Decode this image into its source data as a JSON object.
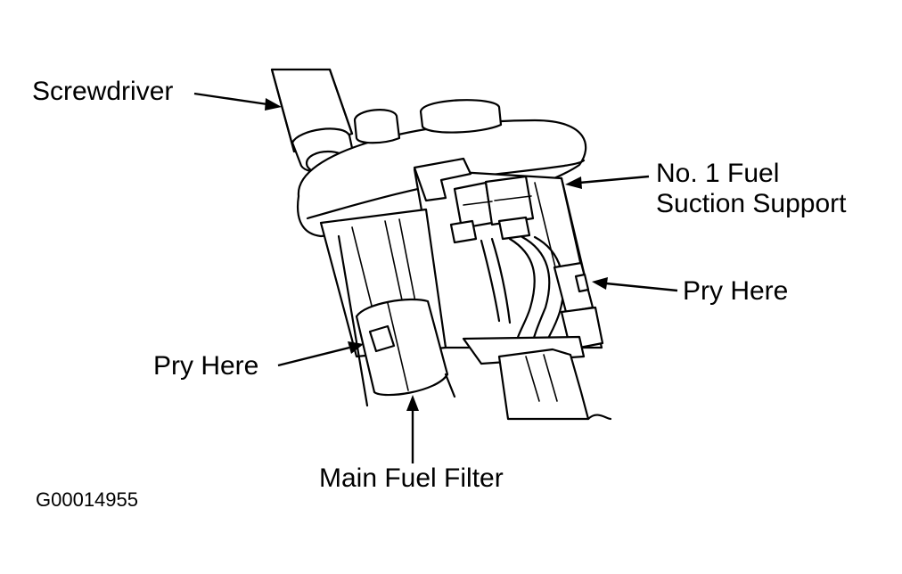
{
  "labels": {
    "screwdriver": "Screwdriver",
    "suction_support_line1": "No. 1 Fuel",
    "suction_support_line2": "Suction Support",
    "pry_here_right": "Pry Here",
    "pry_here_left": "Pry Here",
    "main_fuel_filter": "Main Fuel Filter"
  },
  "figure_id": "G00014955",
  "colors": {
    "ink": "#000000",
    "background": "#ffffff"
  }
}
